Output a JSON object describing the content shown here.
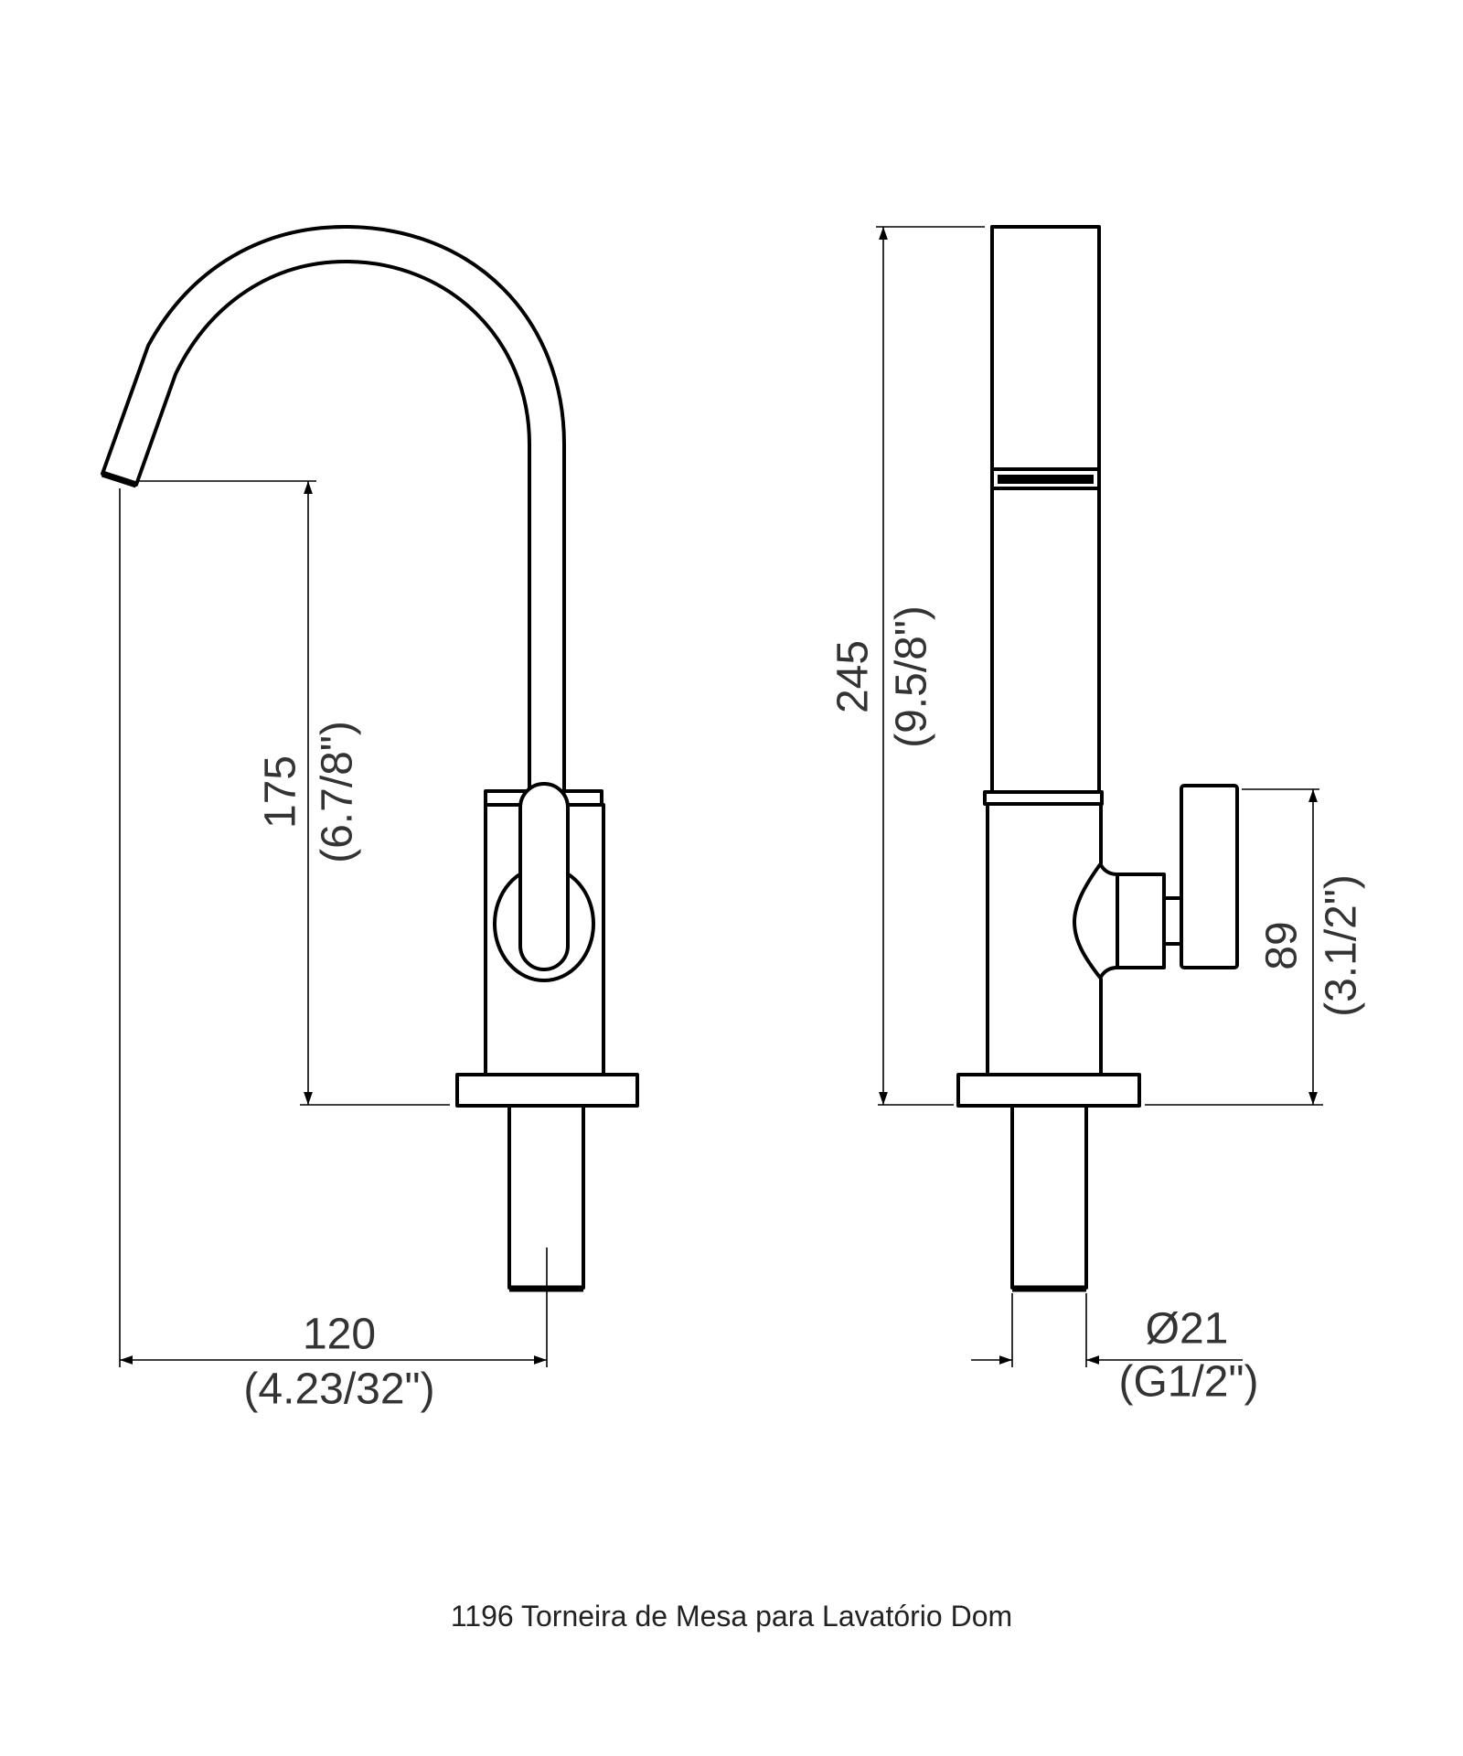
{
  "drawing": {
    "caption": "1196 Torneira de Mesa para Lavatório Dom",
    "line_color": "#000000",
    "text_color": "#333333",
    "dimensions": {
      "spout_height": {
        "mm": "175",
        "inch": "(6.7/8\")"
      },
      "spout_reach": {
        "mm": "120",
        "inch": "(4.23/32\")"
      },
      "total_height": {
        "mm": "245",
        "inch": "(9.5/8\")"
      },
      "handle_height": {
        "mm": "89",
        "inch": "(3.1/2\")"
      },
      "shank_diameter": {
        "mm": "Ø21",
        "inch": "(G1/2\")"
      }
    }
  }
}
